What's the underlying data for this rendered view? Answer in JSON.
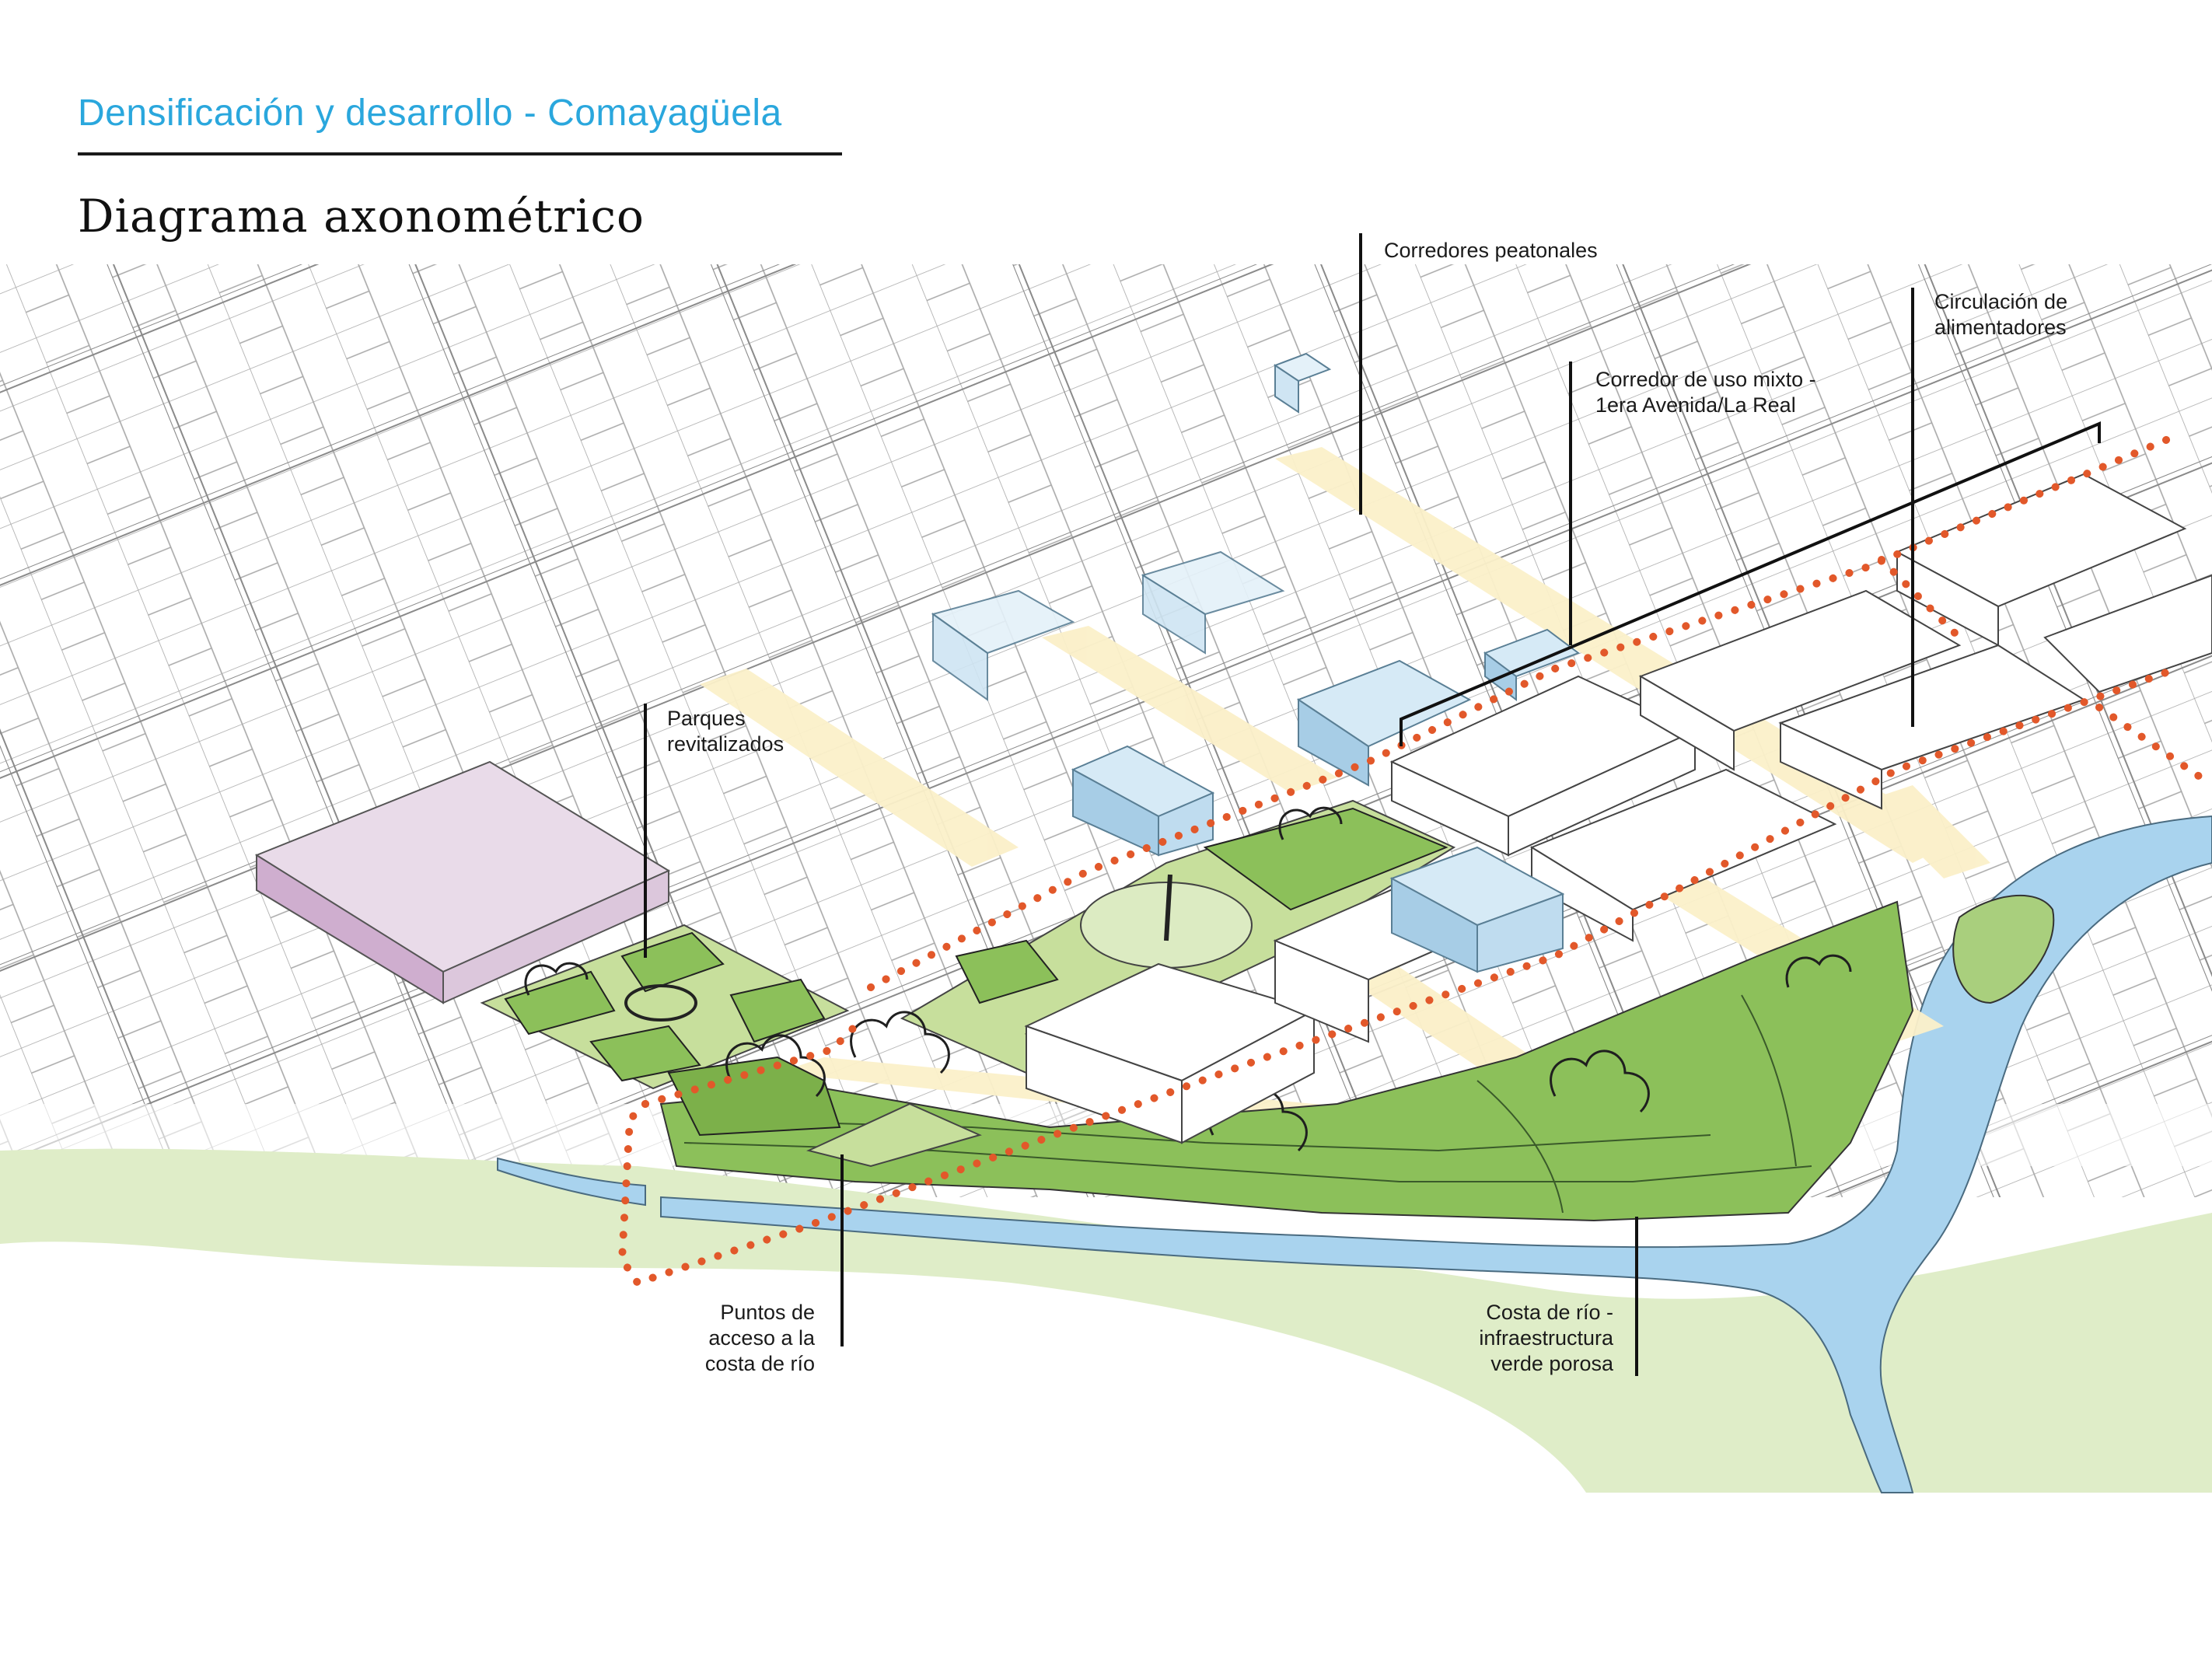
{
  "header": {
    "subtitle": "Densificación y desarrollo -  Comayagüela",
    "title": "Diagrama axonométrico"
  },
  "labels": {
    "corredores": {
      "lines": [
        "Corredores peatonales"
      ]
    },
    "circulacion": {
      "lines": [
        "Circulación de",
        "alimentadores"
      ]
    },
    "corredor_mixto": {
      "lines": [
        "Corredor de uso mixto -",
        "1era Avenida/La Real"
      ]
    },
    "parques": {
      "lines": [
        "Parques",
        "revitalizados"
      ]
    },
    "puntos": {
      "lines": [
        "Puntos de",
        "acceso a la",
        "costa de río"
      ]
    },
    "costa": {
      "lines": [
        "Costa de río -",
        "infraestructura",
        "verde porosa"
      ]
    }
  },
  "colors": {
    "subtitle": "#2aa7dd",
    "route_dots": "#e2582a",
    "park_green": "#8cc05a",
    "park_light": "#c7df9c",
    "river": "#a9d3ee",
    "riverbank": "#dfedc8",
    "corridor": "#fbf0c9",
    "new_building_blue": "#bfdcef",
    "market_purple": "#dcc7dc",
    "street_lines": "#9a9a9a"
  }
}
